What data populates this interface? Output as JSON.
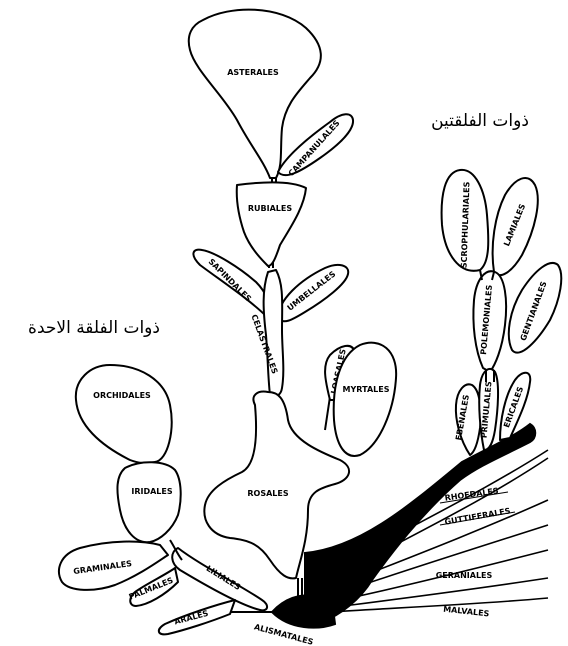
{
  "headings": {
    "dicots": "ذوات الفلقتين",
    "monocots": "ذوات الفلقة الاحدة"
  },
  "orders": {
    "asterales": "ASTERALES",
    "campanulales": "CAMPANULALES",
    "rubiales": "RUBIALES",
    "sapindales": "SAPINDALES",
    "celastrales": "CELASTRALES",
    "umbellales": "UMBELLALES",
    "loasales": "LOASALES",
    "myrtales": "MYRTALES",
    "rosales": "ROSALES",
    "orchidales": "ORCHIDALES",
    "iridales": "IRIDALES",
    "graminales": "GRAMINALES",
    "palmales": "PALMALES",
    "liliales": "LILIALES",
    "arales": "ARALES",
    "alismatales": "ALISMATALES",
    "scrophulariales": "SCROPHULARIALES",
    "lamiales": "LAMIALES",
    "polemoniales": "POLEMONIALES",
    "gentianales": "GENTIANALES",
    "ebenales": "EBENALES",
    "primulales": "PRIMULALES",
    "ericales": "ERICALES",
    "rhoedales": "RHOEDALES",
    "guttiferales": "GUTTIFERALES",
    "geraniales": "GERANIALES",
    "malvales": "MALVALES"
  },
  "colors": {
    "ink": "#000000",
    "paper": "#ffffff"
  }
}
